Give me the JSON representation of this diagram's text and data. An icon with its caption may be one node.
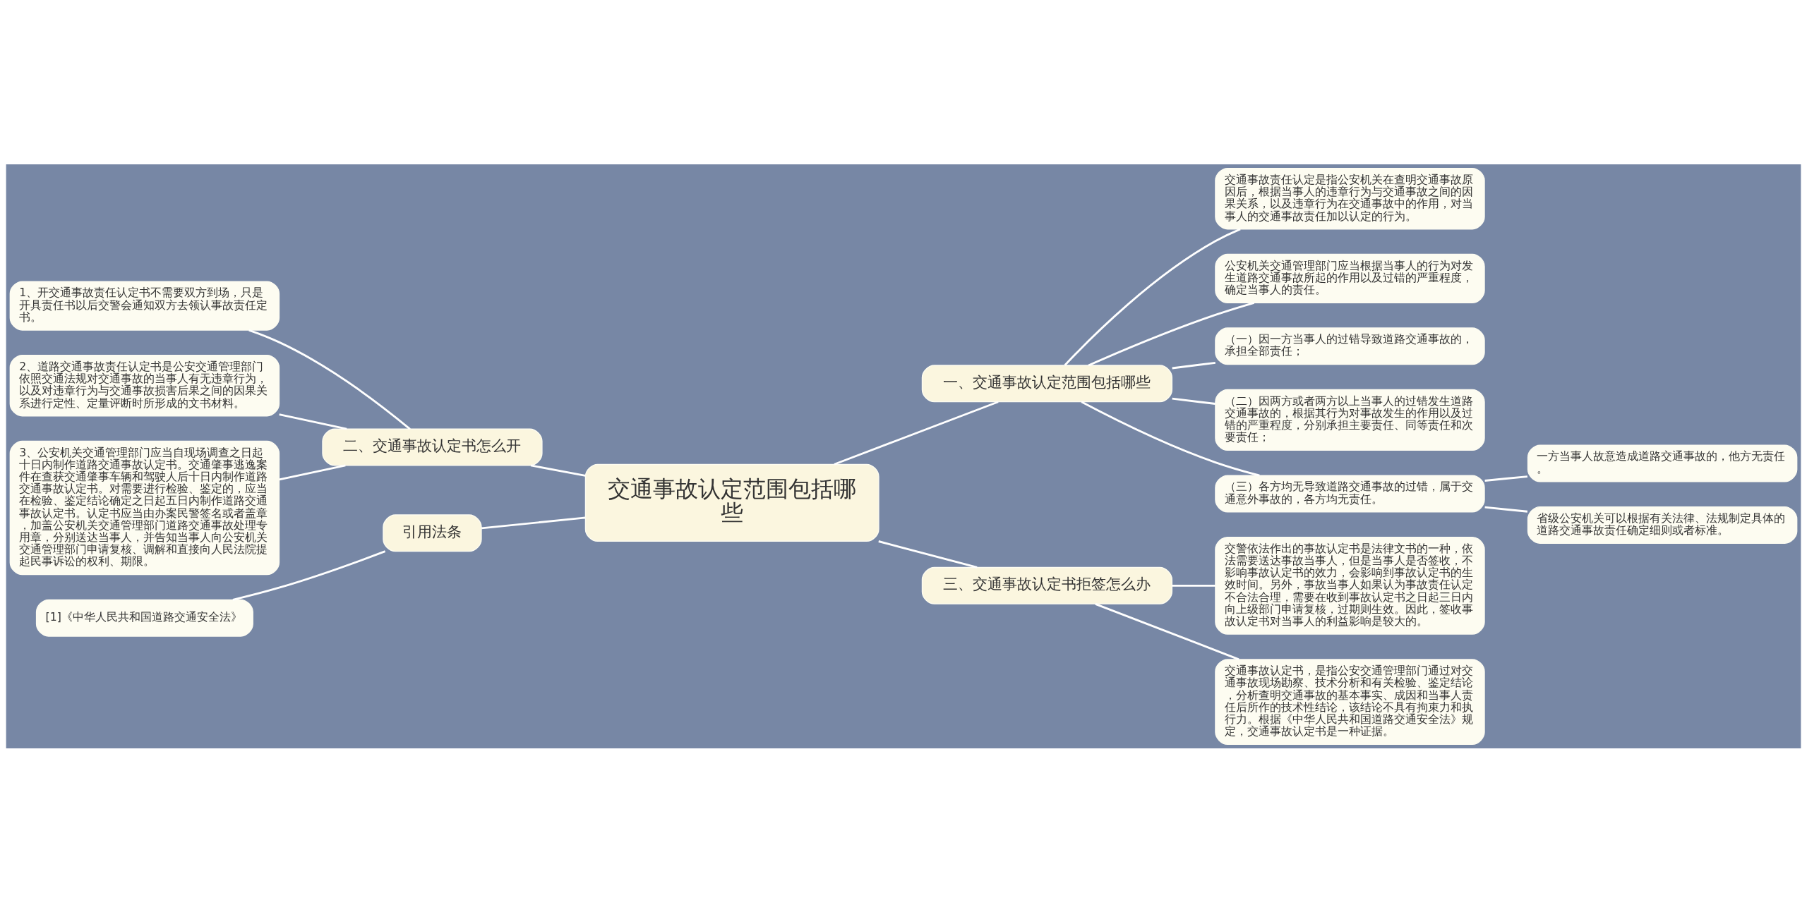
{
  "diagram": {
    "nodes": [
      {
        "text": [
          "交通事故认定范围包括哪些"
        ]
      },
      {
        "text": [
          "一、交通事故认定范围包括哪些"
        ]
      },
      {
        "text": [
          "交通事故责任认定是指公安机关在查明交通事故原因后，根据当事人的违章行为与交通事故之间的因果关系，以及违章行为在交通事故中的作用，对当事人的交通事故责任加以认定的行为。"
        ]
      },
      {
        "text": [
          "公安机关交通管理部门应当根据当事人的行为对发生道路交通事故所起的作用以及过错的严重程度，确定当事人的责任。"
        ]
      },
      {
        "text": [
          "（一）因一方当事人的过错导致道路交通事故的，承担全部责任；"
        ]
      },
      {
        "text": [
          "（二）因两方或者两方以上当事人的过错发生道路交通事故的，根据其行为对事故发生的作用以及过错的严重程度，分别承担主要责任、同等责任和次要责任；"
        ]
      },
      {
        "text": [
          "（三）各方均无导致道路交通事故的过错，属于交通意外事故的，各方均无责任。"
        ]
      },
      {
        "text": [
          "一方当事人故意造成道路交通事故的，他方无责任。"
        ]
      },
      {
        "text": [
          "省级公安机关可以根据有关法律、法规制定具体的道路交通事故责任确定细则或者标准。"
        ]
      },
      {
        "text": [
          "二、交通事故认定书怎么开"
        ]
      },
      {
        "text": [
          "1、开交通事故责任认定书不需要双方到场，只是开具责任书以后交警会通知双方去领认事故责任定书。"
        ]
      },
      {
        "text": [
          "2、道路交通事故责任认定书是公安交通管理部门依照交通法规对交通事故的当事人有无违章行为，以及对违章行为与交通事故损害后果之间的因果关系进行定性、定量评断时所形成的文书材料。"
        ]
      },
      {
        "text": [
          "3、公安机关交通管理部门应当自现场调查之日起十日内制作道路交通事故认定书。交通肇事逃逸案件在查获交通肇事车辆和驾驶人后十日内制作道路交通事故认定书。对需要进行检验、鉴定的，应当在检验、鉴定结论确定之日起五日内制作道路交通事故认定书。认定书应当由办案民警签名或者盖章，加盖公安机关交通管理部门道路交通事故处理专用章，分别送达当事人，并告知当事人向公安机关交通管理部门申请复核、调解和直接向人民法院提起民事诉讼的权利、期限。"
        ]
      },
      {
        "text": [
          "引用法条"
        ]
      },
      {
        "text": [
          "[1]《中华人民共和国道路交通安全法》"
        ]
      },
      {
        "text": [
          "三、交通事故认定书拒签怎么办"
        ]
      },
      {
        "text": [
          "交警依法作出的事故认定书是法律文书的一种，依法需要送达事故当事人，但是当事人是否签收，不影响事故认定书的效力，会影响到事故认定书的生效时间。另外，事故当事人如果认为事故责任认定不合法合理，需要在收到事故认定书之日起三日内向上级部门申请复核，过期则生效。因此，签收事故认定书对当事人的利益影响是较大的。"
        ]
      },
      {
        "text": [
          "交通事故认定书，是指公安交通管理部门通过对交通事故现场勘察、技术分析和有关检验、鉴定结论，分析查明交通事故的基本事实、成因和当事人责任后所作的技术性结论，该结论不具有拘束力和执行力。根据《中华人民共和国道路交通安全法》规定，交通事故认定书是一种证据。"
        ]
      }
    ],
    "edges": [
      {
        "from": 0,
        "to": 1,
        "arrow": "none"
      },
      {
        "from": 1,
        "to": 2,
        "arrow": "none"
      },
      {
        "from": 1,
        "to": 3,
        "arrow": "none"
      },
      {
        "from": 1,
        "to": 4,
        "arrow": "none"
      },
      {
        "from": 1,
        "to": 5,
        "arrow": "none"
      },
      {
        "from": 1,
        "to": 6,
        "arrow": "none"
      },
      {
        "from": 6,
        "to": 7,
        "arrow": "none"
      },
      {
        "from": 6,
        "to": 8,
        "arrow": "none"
      },
      {
        "from": 0,
        "to": 9,
        "arrow": "none"
      },
      {
        "from": 9,
        "to": 10,
        "arrow": "none"
      },
      {
        "from": 9,
        "to": 11,
        "arrow": "none"
      },
      {
        "from": 9,
        "to": 12,
        "arrow": "none"
      },
      {
        "from": 0,
        "to": 13,
        "arrow": "none"
      },
      {
        "from": 13,
        "to": 14,
        "arrow": "none"
      },
      {
        "from": 0,
        "to": 15,
        "arrow": "none"
      },
      {
        "from": 15,
        "to": 16,
        "arrow": "none"
      },
      {
        "from": 15,
        "to": 17,
        "arrow": "none"
      }
    ]
  }
}
